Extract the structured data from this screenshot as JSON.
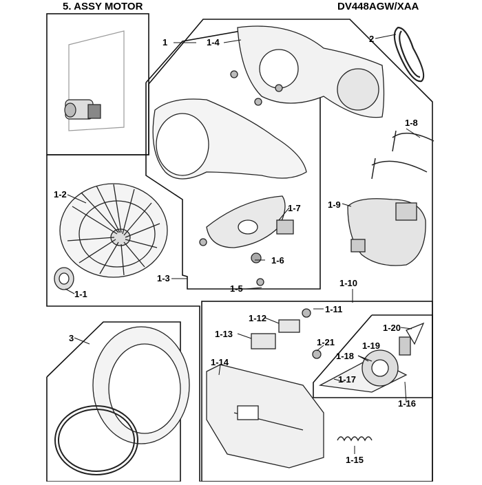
{
  "header": {
    "title": "5. ASSY MOTOR",
    "model": "DV448AGW/XAA"
  },
  "callouts": {
    "p1": "1",
    "p1_4": "1-4",
    "p2": "2",
    "p1_8": "1-8",
    "p1_2": "1-2",
    "p1_7": "1-7",
    "p1_9": "1-9",
    "p1_6": "1-6",
    "p1_3": "1-3",
    "p1_5": "1-5",
    "p1_1": "1-1",
    "p1_10": "1-10",
    "p1_11": "1-11",
    "p1_12": "1-12",
    "p1_20": "1-20",
    "p1_13": "1-13",
    "p1_21": "1-21",
    "p1_19": "1-19",
    "p3": "3",
    "p1_18": "1-18",
    "p1_14": "1-14",
    "p1_17": "1-17",
    "p1_16": "1-16",
    "p1_15": "1-15"
  }
}
